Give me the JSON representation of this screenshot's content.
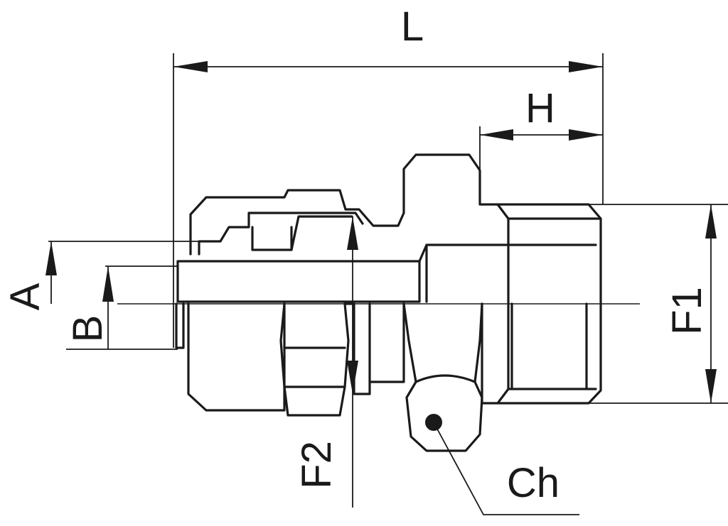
{
  "labels": {
    "L": "L",
    "H": "H",
    "A": "A",
    "B": "B",
    "F1": "F1",
    "F2": "F2",
    "Ch": "Ch"
  },
  "colors": {
    "line": "#1a1a1a",
    "background": "#ffffff"
  }
}
